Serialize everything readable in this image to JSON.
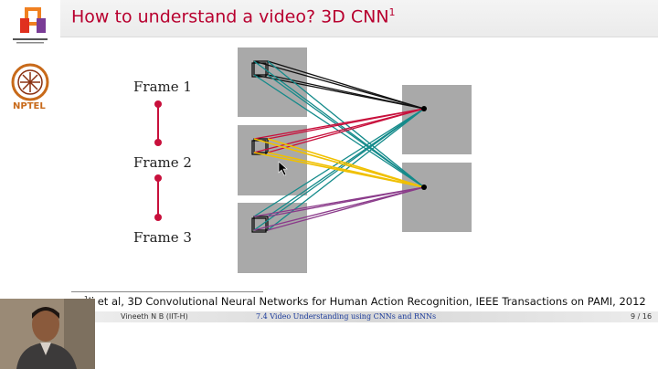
{
  "slide": {
    "title": "How to understand a video? 3D CNN",
    "title_sup": "1",
    "frames": [
      "Frame 1",
      "Frame 2",
      "Frame 3"
    ],
    "footnote_mark": "1",
    "footnote": "Ji et al, 3D Convolutional Neural Networks for Human Action Recognition, IEEE Transactions on PAMI, 2012"
  },
  "footer": {
    "author": "Vineeth N B  (IIT-H)",
    "section": "7.4 Video Understanding using CNNs and RNNs",
    "page": "9 / 16"
  },
  "logos": {
    "nptel": "NPTEL"
  },
  "colors": {
    "title": "#b8002f",
    "black_lines": "#111111",
    "teal": "#138a8a",
    "crimson": "#c8103c",
    "yellow": "#f0c000",
    "purple": "#8a3a8a"
  }
}
